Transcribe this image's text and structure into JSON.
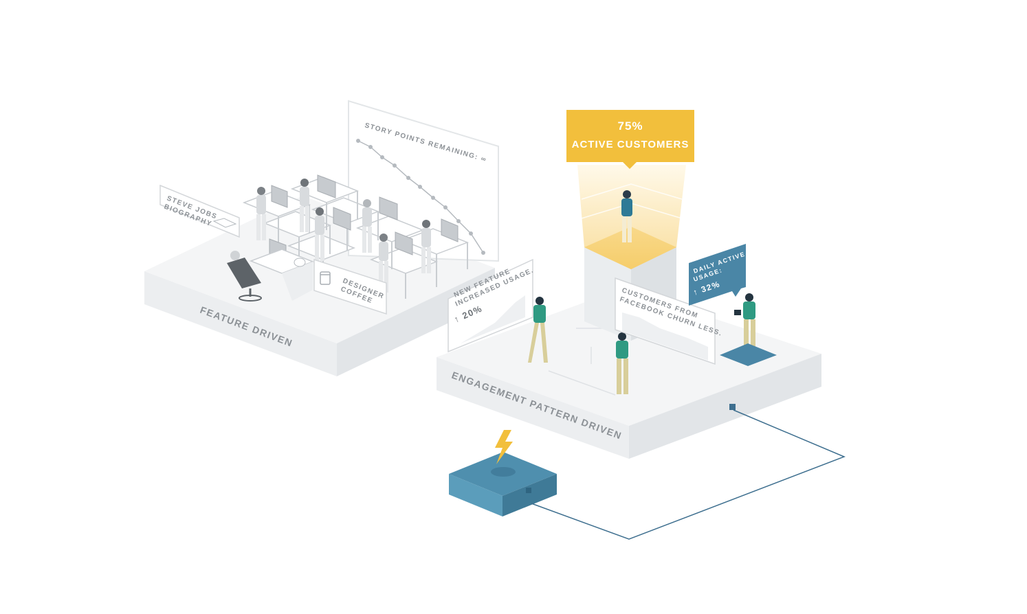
{
  "feature_platform": {
    "title": "FEATURE DRIVEN",
    "chart_title": "STORY POINTS REMAINING: ∞",
    "book_label_1": "STEVE JOBS",
    "book_label_2": "BIOGRAPHY",
    "coffee_label_1": "DESIGNER",
    "coffee_label_2": "COFFEE"
  },
  "engagement_platform": {
    "title": "ENGAGEMENT PATTERN DRIVEN",
    "active_customers_value": "75%",
    "active_customers_label": "ACTIVE CUSTOMERS",
    "new_feature_line_1": "NEW FEATURE",
    "new_feature_line_2": "INCREASED USAGE.",
    "new_feature_change": "↑ 20%",
    "facebook_line_1": "CUSTOMERS FROM",
    "facebook_line_2": "FACEBOOK CHURN LESS.",
    "daily_line_1": "DAILY ACTIVE",
    "daily_line_2": "USAGE:",
    "daily_change": "↑ 32%"
  },
  "colors": {
    "accent_yellow": "#f2bf3c",
    "accent_blue": "#4a86a6",
    "teal_shirt": "#2f9a82",
    "platform_grey": "#eceef0"
  },
  "icons": [
    "lightning-bolt-icon",
    "power-box-icon",
    "coffee-cup-icon",
    "book-icon",
    "up-arrow-icon"
  ]
}
